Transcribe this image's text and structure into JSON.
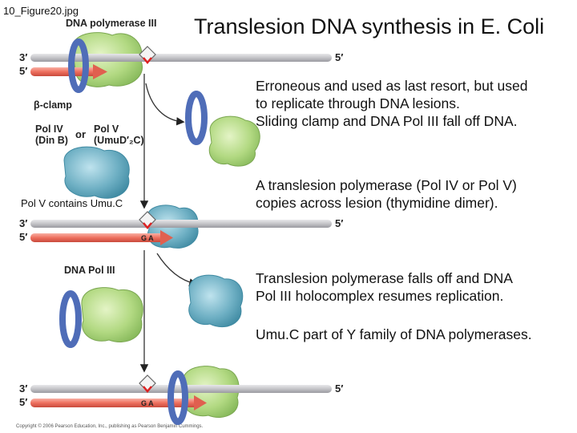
{
  "file_label": "10_Figure20.jpg",
  "title": "Translesion DNA synthesis in E. Coli",
  "texts": {
    "t1": "Erroneous and used as last resort, but used\n to replicate through DNA lesions.\nSliding clamp and DNA Pol III fall off DNA.",
    "t2": "A translesion polymerase (Pol IV or Pol V)\ncopies across lesion (thymidine dimer).",
    "t3": "Translesion polymerase falls off and DNA\nPol III holocomplex resumes replication.",
    "t4": "Umu.C part of Y family of DNA polymerases."
  },
  "figure": {
    "dna_pol3_label_top": "DNA polymerase III",
    "dna_pol3_label_mid": "DNA Pol III",
    "beta_clamp": "β-clamp",
    "pol4_line1": "Pol IV",
    "pol4_line2": "(Din B)",
    "or": "or",
    "pol5_line1": "Pol V",
    "pol5_line2": "(UmuD′₂C)",
    "pol5_umuc": "Pol V contains Umu.C",
    "three_prime": "3′",
    "five_prime": "5′",
    "ga": "G A",
    "copyright": "Copyright © 2006 Pearson Education, Inc., publishing as Pearson Benjamin Cummings."
  },
  "colors": {
    "strand_gray": "#c9c9cc",
    "primer_red": "#f07a6a",
    "clamp_blue": "#5b78c4",
    "pol3_green": "#b6dc86",
    "translesion_teal": "#6fb0c4"
  }
}
